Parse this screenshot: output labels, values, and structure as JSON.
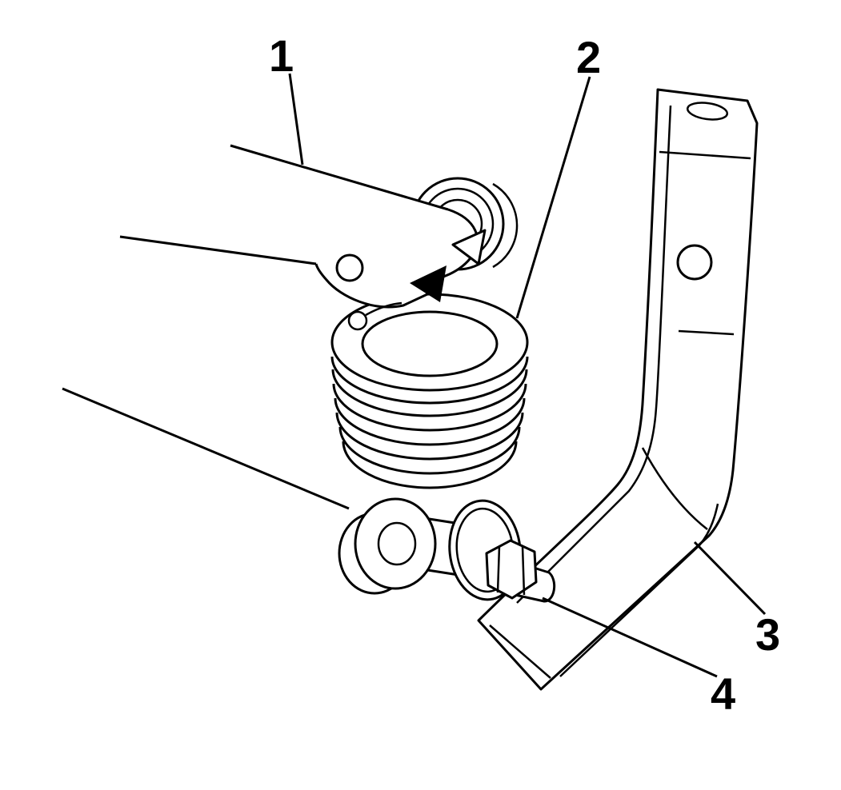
{
  "figure": {
    "background_color": "#ffffff",
    "line_color": "#000000",
    "callouts": [
      {
        "label": "1"
      },
      {
        "label": "2"
      },
      {
        "label": "3"
      },
      {
        "label": "4"
      }
    ]
  }
}
